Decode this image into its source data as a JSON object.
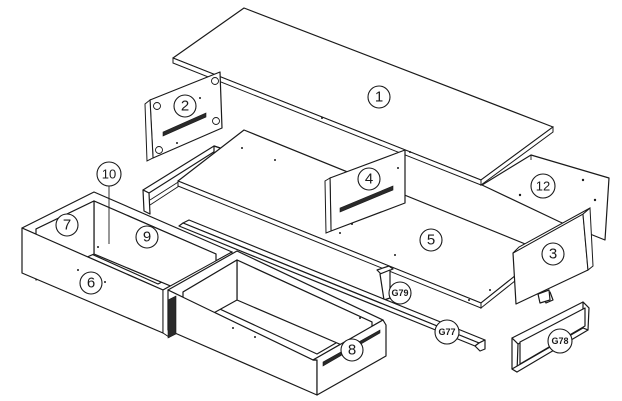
{
  "labels": {
    "p1": "1",
    "p2": "2",
    "p3": "3",
    "p4": "4",
    "p5": "5",
    "p6": "6",
    "p7": "7",
    "p8": "8",
    "p9": "9",
    "p10": "10",
    "p12": "12",
    "g77": "G77",
    "g78": "G78",
    "g79": "G79"
  },
  "colors": {
    "line": "#1a1a1a",
    "panel": "#ffffff"
  }
}
